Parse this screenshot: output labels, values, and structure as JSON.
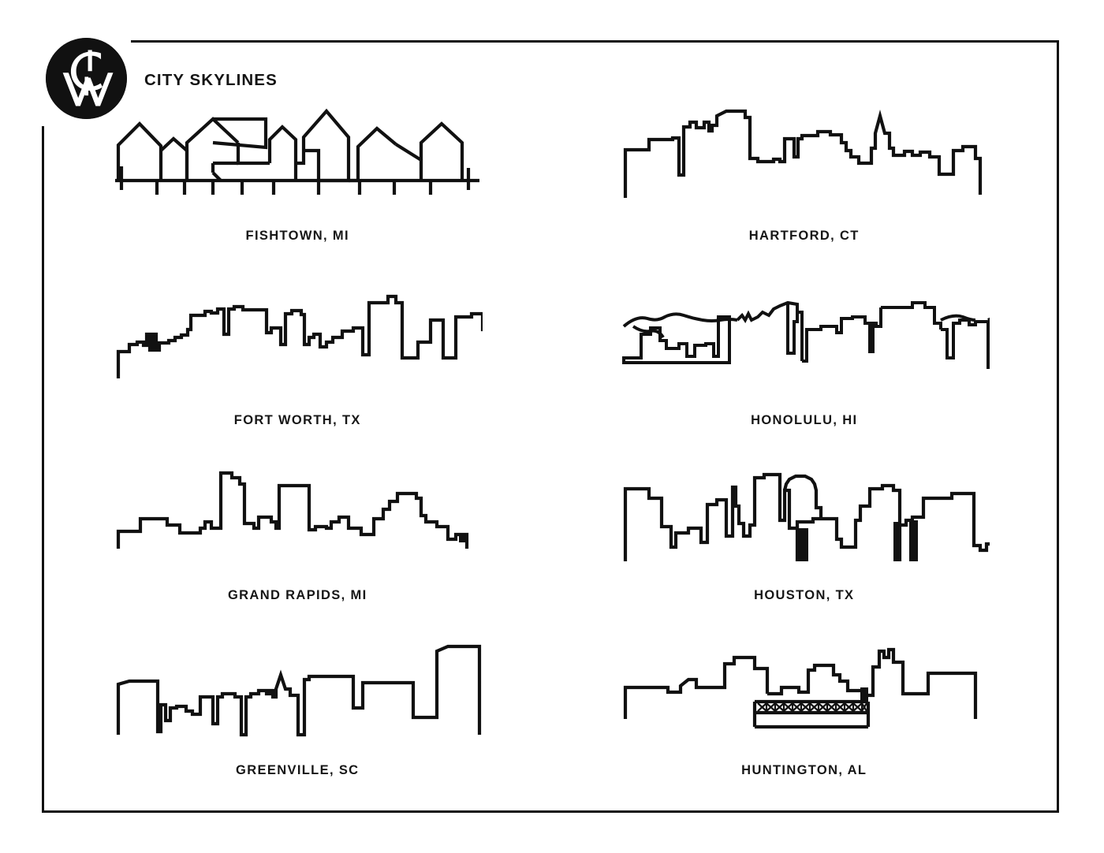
{
  "brand": {
    "logo_icon": "cw-monogram-logo",
    "title": "CITY SKYLINES"
  },
  "frame": {
    "border_color": "#111111",
    "background_color": "#ffffff"
  },
  "skylines": [
    {
      "id": "fishtown-mi",
      "label": "FISHTOWN, MI",
      "icon": "skyline-fishtown-icon",
      "style": "gabled fishing shanties on a pier with pilings",
      "row": 1,
      "column": 1
    },
    {
      "id": "hartford-ct",
      "label": "HARTFORD, CT",
      "icon": "skyline-hartford-icon",
      "style": "office blocks with a tall slender spire right of centre",
      "row": 1,
      "column": 2
    },
    {
      "id": "fort-worth-tx",
      "label": "FORT WORTH, TX",
      "icon": "skyline-fort-worth-icon",
      "style": "dense low-rise cluster with a flat-topped tower at centre-right",
      "row": 2,
      "column": 1
    },
    {
      "id": "honolulu-hi",
      "label": "HONOLULU, HI",
      "icon": "skyline-honolulu-icon",
      "style": "towers layered in front of rolling mountain ridges",
      "row": 2,
      "column": 2
    },
    {
      "id": "grand-rapids-mi",
      "label": "GRAND RAPIDS, MI",
      "icon": "skyline-grand-rapids-icon",
      "style": "two flat towers with a stepped dome-like block on the right",
      "row": 3,
      "column": 1
    },
    {
      "id": "houston-tx",
      "label": "HOUSTON, TX",
      "icon": "skyline-houston-icon",
      "style": "tall towers, solid-filled slim towers and an antenna mast",
      "row": 3,
      "column": 2
    },
    {
      "id": "greenville-sc",
      "label": "GREENVILLE, SC",
      "icon": "skyline-greenville-icon",
      "style": "low buildings, a church steeple and a tall chamfered tower right",
      "row": 4,
      "column": 1
    },
    {
      "id": "huntington-al",
      "label": "HUNTINGTON, AL",
      "icon": "skyline-huntington-icon",
      "style": "buildings behind a lattice truss bridge with X bracing",
      "row": 4,
      "column": 2
    }
  ]
}
